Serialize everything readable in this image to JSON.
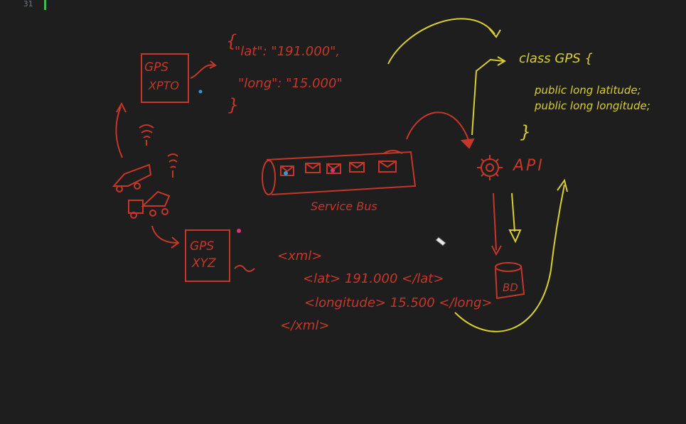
{
  "editor": {
    "line_number": "31",
    "cursor_color": "#3fb950"
  },
  "colors": {
    "background": "#1e1e1e",
    "red_ink": "#c8362a",
    "yellow_ink": "#d8cf2e",
    "blue_dot": "#2f9bd6",
    "pink_dot": "#e0307a"
  },
  "gps_xpto": {
    "line1": "GPS",
    "line2": "XPTO"
  },
  "json_sample": {
    "open": "{",
    "lat_line": "\"lat\": \"191.000\",",
    "long_line": "\"long\": \"15.000\"",
    "close": "}"
  },
  "gps_xyz": {
    "line1": "GPS",
    "line2": "XYZ"
  },
  "xml_sample": {
    "open": "<xml>",
    "lat_line": "<lat> 191.000 </lat>",
    "long_line": "<longitude> 15.500 </long>",
    "close": "</xml>"
  },
  "service_bus": {
    "label": "Service Bus"
  },
  "api": {
    "label": "API",
    "icon": "gear-icon"
  },
  "database": {
    "label": "BD"
  },
  "class_code": {
    "line1": "class GPS {",
    "line2": "public long latitude;",
    "line3": "public long longitude;",
    "line4": "}"
  }
}
